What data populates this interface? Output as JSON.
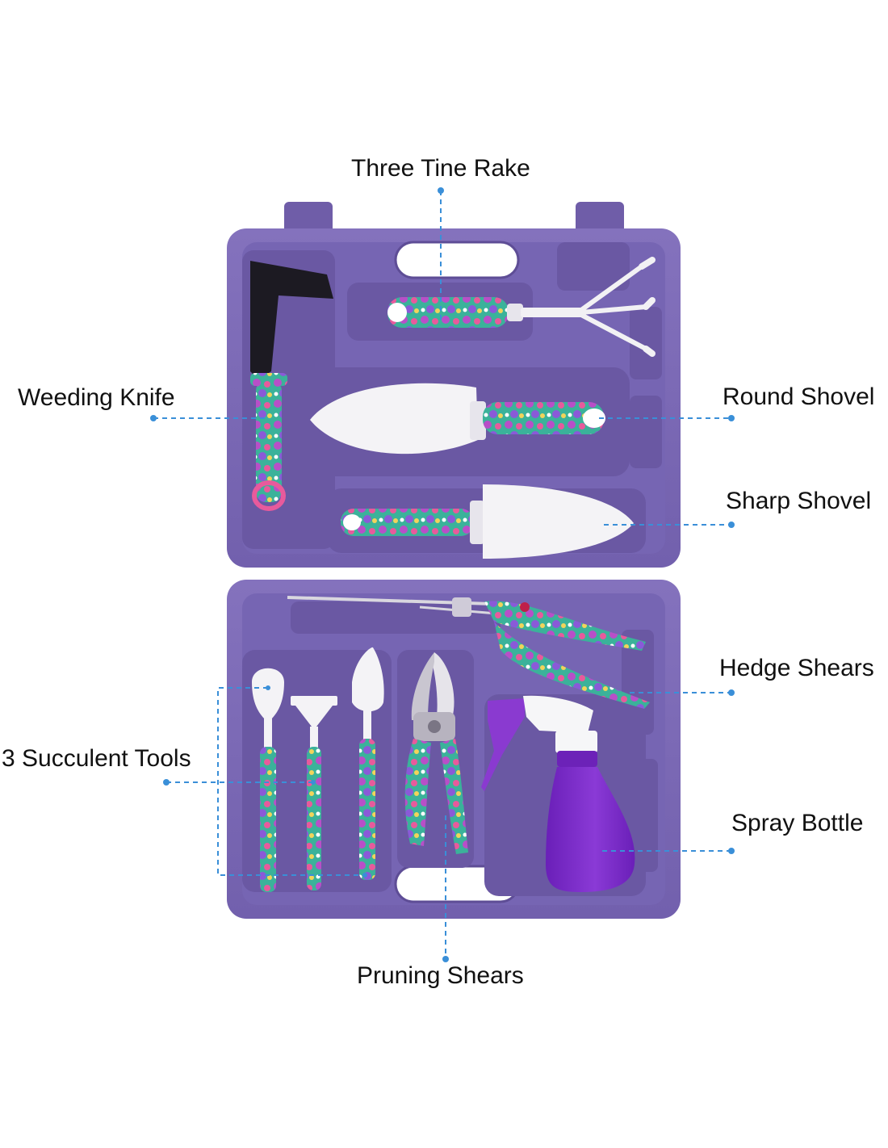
{
  "labels": {
    "three_tine_rake": "Three Tine Rake",
    "weeding_knife": "Weeding Knife",
    "round_shovel": "Round Shovel",
    "sharp_shovel": "Sharp Shovel",
    "hedge_shears": "Hedge Shears",
    "succulent_tools": "3 Succulent Tools",
    "spray_bottle": "Spray Bottle",
    "pruning_shears": "Pruning Shears"
  },
  "colors": {
    "case": "#7a66b3",
    "case_dark": "#5e4d96",
    "case_light": "#8e7cc4",
    "leader_line": "#3a8fd8",
    "blade": "#f4f3f6",
    "knife_blade": "#1c1a22",
    "handle_purple": "#b84fc8",
    "handle_teal": "#3bb29a",
    "handle_pink": "#e85a9c",
    "bottle": "#7b2bc9",
    "trigger": "#8a3ad0",
    "text": "#111111"
  },
  "icons": {
    "case": "tool-case-illustration",
    "rake": "three-tine-rake-icon",
    "knife": "weeding-knife-icon",
    "round_shovel": "round-shovel-icon",
    "sharp_shovel": "sharp-shovel-icon",
    "hedge_shears": "hedge-shears-icon",
    "succulent_tools": "succulent-tools-icon",
    "pruning_shears": "pruning-shears-icon",
    "spray_bottle": "spray-bottle-icon"
  }
}
